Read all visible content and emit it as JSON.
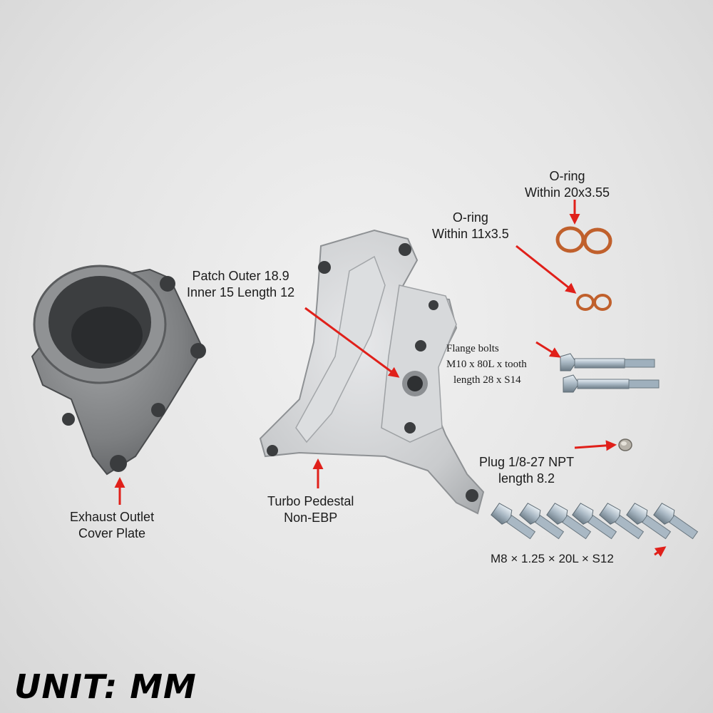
{
  "labels": {
    "oring_large": {
      "line1": "O-ring",
      "line2": "Within 20x3.55"
    },
    "oring_small": {
      "line1": "O-ring",
      "line2": "Within 11x3.5"
    },
    "patch": {
      "line1": "Patch Outer 18.9",
      "line2": "Inner 15 Length 12"
    },
    "flange_bolts": {
      "line1": "Flange bolts",
      "line2": "M10 x 80L x tooth",
      "line3": "length 28 x S14"
    },
    "plug": {
      "line1": "Plug 1/8-27 NPT",
      "line2": "length 8.2"
    },
    "exhaust_outlet": {
      "line1": "Exhaust Outlet",
      "line2": "Cover Plate"
    },
    "turbo_pedestal": {
      "line1": "Turbo Pedestal",
      "line2": "Non-EBP"
    },
    "small_bolts": "M8 × 1.25 × 20L × S12",
    "unit": "UNIT: MM"
  },
  "colors": {
    "arrow": "#e0201a",
    "oring": "#c0602c",
    "casting": "#8a8c8e",
    "aluminum": "#cfd1d3",
    "text": "#1b1b1b"
  },
  "counts": {
    "small_bolts": 7,
    "flange_bolts": 2,
    "orings_large": 2,
    "orings_small": 2
  }
}
